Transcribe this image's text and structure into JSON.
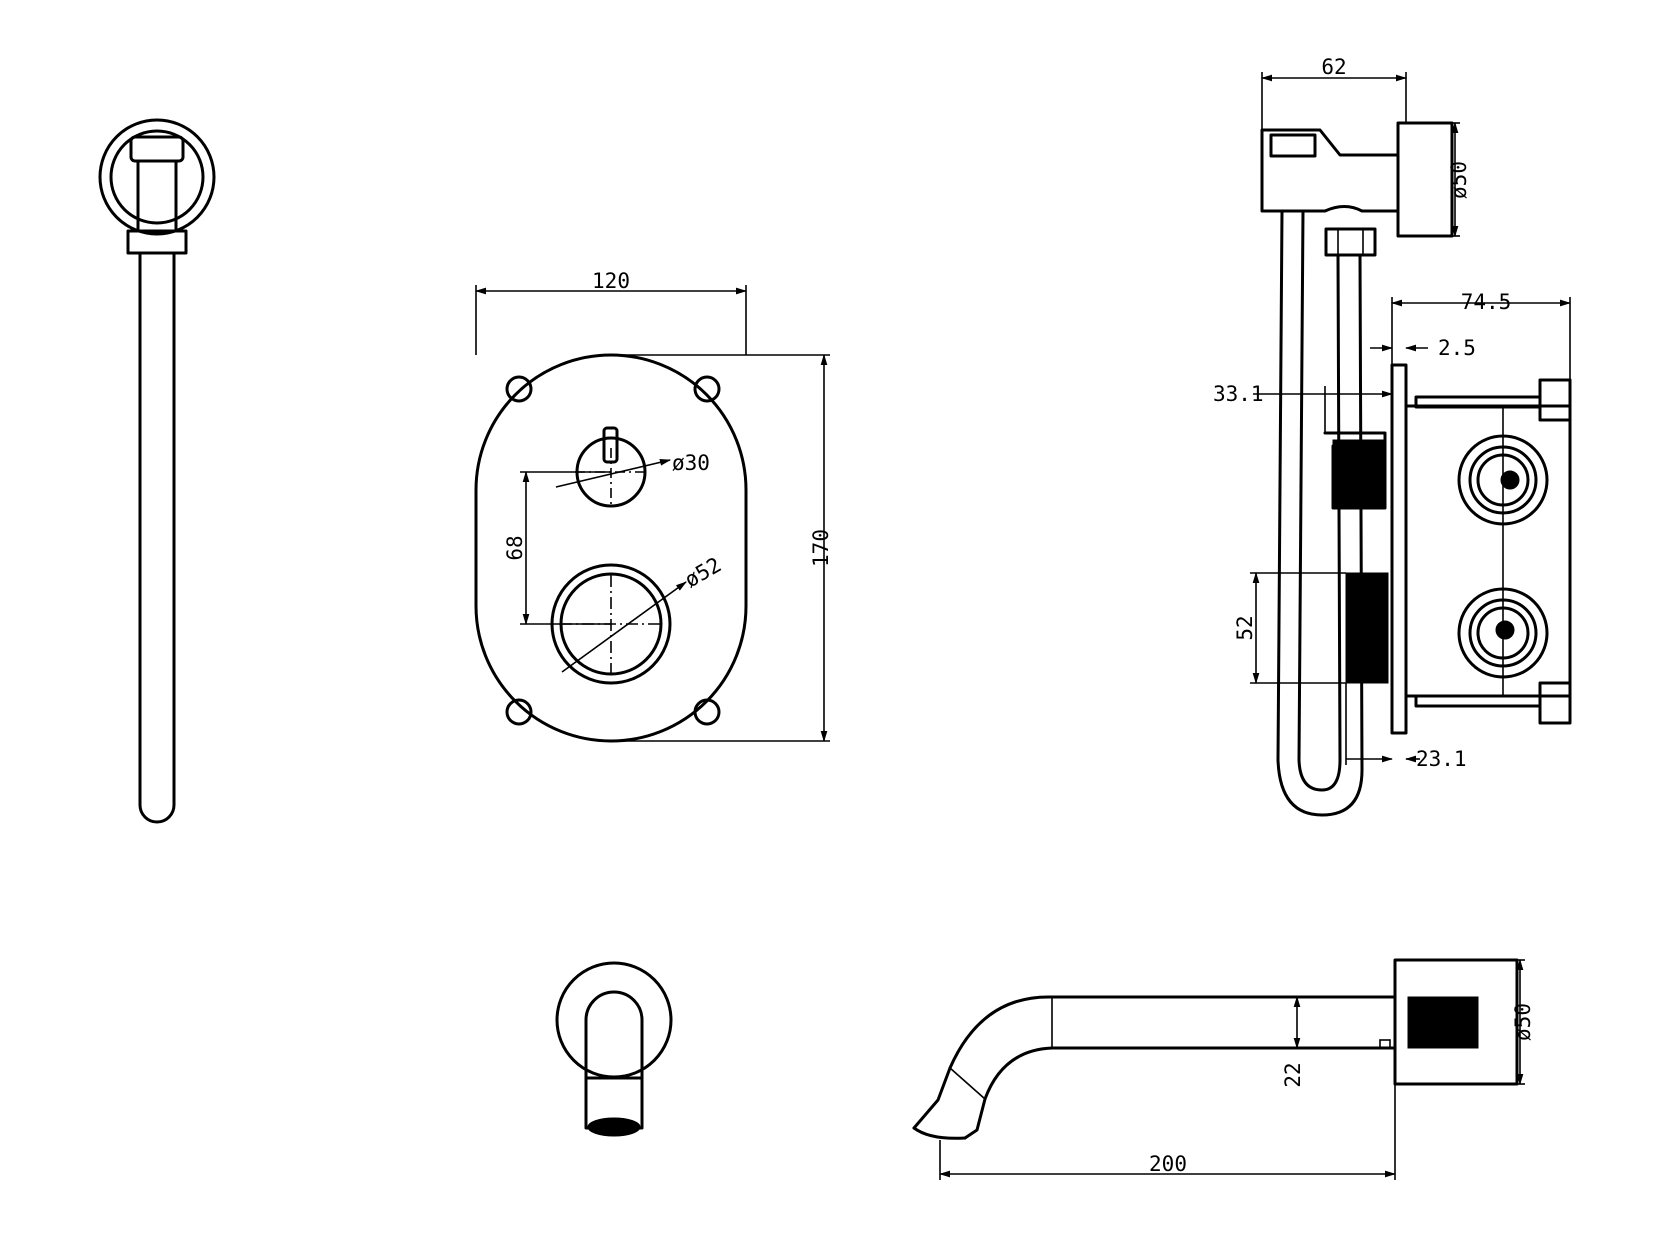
{
  "dimensions": {
    "plate_width": "120",
    "plate_height": "170",
    "lever_spacing": "68",
    "small_knob_dia": "ø30",
    "large_knob_dia": "ø52",
    "shower_arm_depth": "62",
    "wall_flange_dia": "ø50",
    "body_depth": "74.5",
    "plate_thickness": "2.5",
    "depth_upper": "33.1",
    "handle_height": "52",
    "depth_lower": "23.1",
    "spout_length": "200",
    "spout_dia": "22",
    "spout_flange_dia": "ø50"
  },
  "colors": {
    "line": "#000000",
    "background": "#ffffff"
  }
}
